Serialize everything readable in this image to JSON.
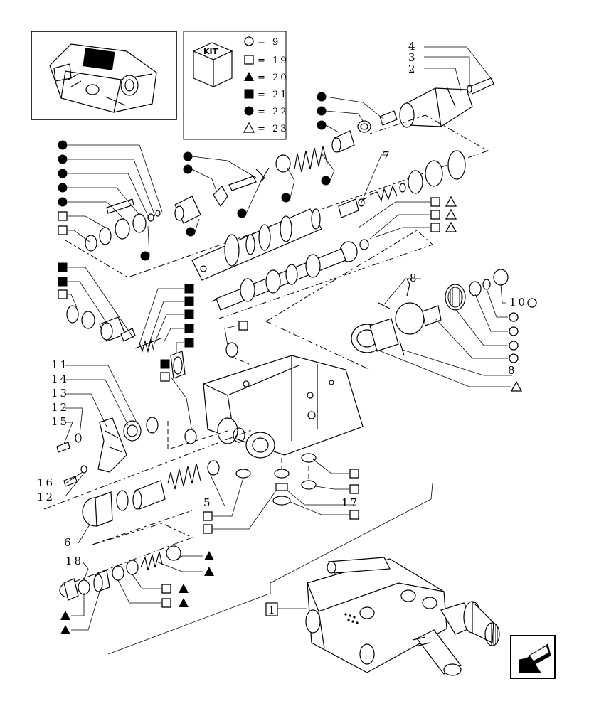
{
  "kit": {
    "word": "KIT",
    "legend": [
      {
        "symbol": "circle-open",
        "text": "= 9"
      },
      {
        "symbol": "square-open",
        "text": "= 19"
      },
      {
        "symbol": "triangle-filled",
        "text": "= 20"
      },
      {
        "symbol": "square-filled",
        "text": "= 21"
      },
      {
        "symbol": "circle-filled",
        "text": "= 22"
      },
      {
        "symbol": "triangle-open",
        "text": "= 23"
      }
    ]
  },
  "labels": {
    "n1": "1",
    "n2": "2",
    "n3": "3",
    "n4": "4",
    "n5": "5",
    "n6": "6",
    "n7": "7",
    "n8a": "8",
    "n8b": "8",
    "n10": "10",
    "n11": "11",
    "n12a": "12",
    "n12b": "12",
    "n13": "13",
    "n14": "14",
    "n15": "15",
    "n16": "16",
    "n17": "17",
    "n18": "18"
  },
  "nav": {
    "icon": "next-page-arrow-icon"
  }
}
